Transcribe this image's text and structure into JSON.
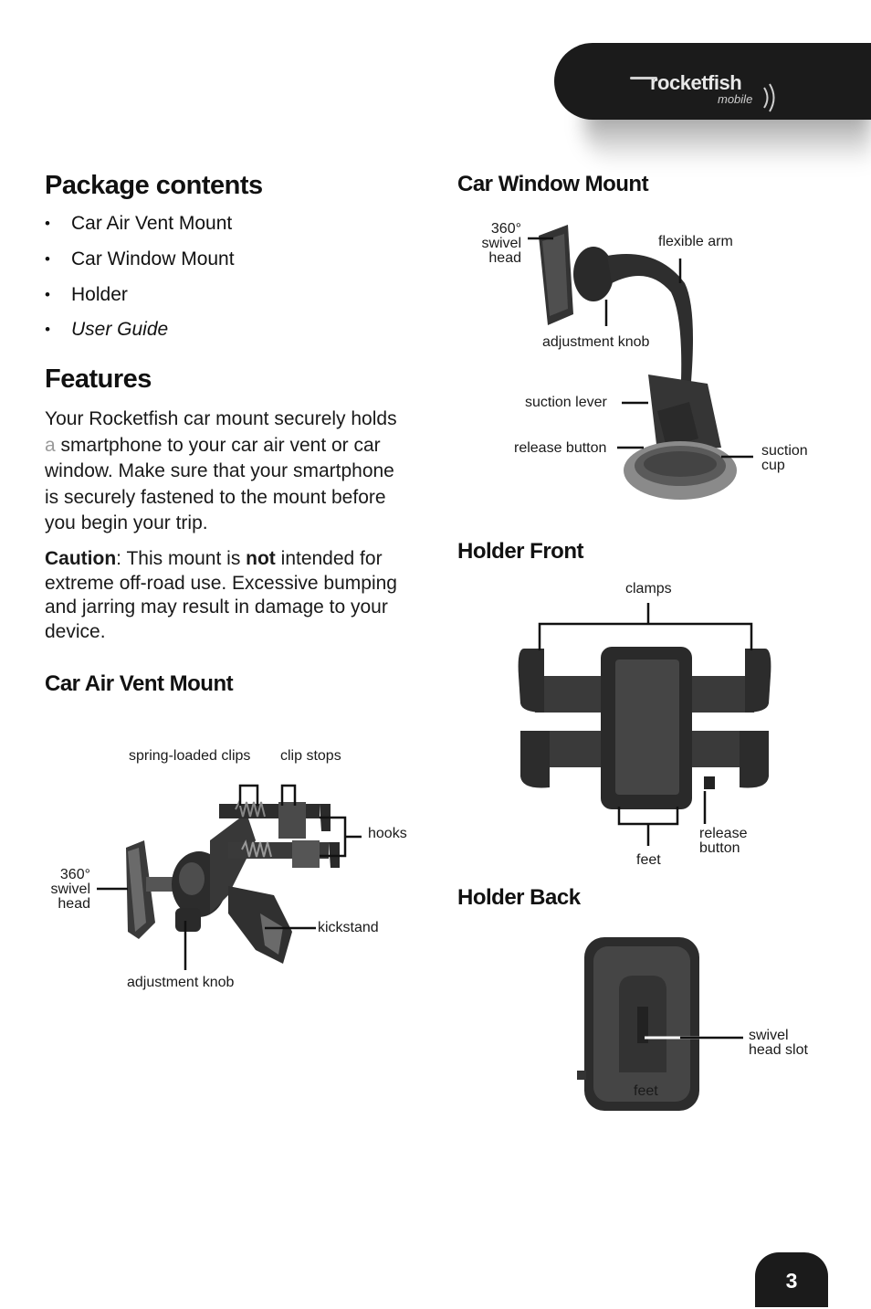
{
  "brand": {
    "logo_main": "rocketfish",
    "logo_sub": "mobile"
  },
  "package_contents": {
    "heading": "Package contents",
    "items": [
      "Car Air Vent Mount",
      "Car Window Mount",
      "Holder",
      "User Guide"
    ]
  },
  "features": {
    "heading": "Features",
    "para_prefix": "Your Rocketfish car mount securely holds ",
    "para_grey": "a",
    "para_rest": " smartphone to your car air vent or car window. Make sure that your smartphone is securely fastened to the mount before you begin your trip.",
    "caution_label": "Caution",
    "caution_mid": ": This mount is ",
    "caution_bold": "not",
    "caution_rest": " intended for extreme off-road use. Excessive bumping and jarring may result in damage to your device."
  },
  "air_vent": {
    "heading": "Car Air Vent Mount",
    "labels": {
      "spring_clips": "spring-loaded clips",
      "clip_stops": "clip stops",
      "hooks": "hooks",
      "swivel_1": "360°",
      "swivel_2": "swivel",
      "swivel_3": "head",
      "kickstand": "kickstand",
      "adjustment_knob": "adjustment knob"
    }
  },
  "window_mount": {
    "heading": "Car Window Mount",
    "labels": {
      "swivel_1": "360°",
      "swivel_2": "swivel",
      "swivel_3": "head",
      "flexible_arm": "flexible arm",
      "adjustment_knob": "adjustment knob",
      "suction_lever": "suction lever",
      "release_button": "release button",
      "suction_cup_1": "suction",
      "suction_cup_2": "cup"
    }
  },
  "holder_front": {
    "heading": "Holder Front",
    "labels": {
      "clamps": "clamps",
      "feet": "feet",
      "release_1": "release",
      "release_2": "button"
    }
  },
  "holder_back": {
    "heading": "Holder Back",
    "labels": {
      "slot_1": "swivel",
      "slot_2": "head slot",
      "feet": "feet"
    }
  },
  "page_number": "3"
}
